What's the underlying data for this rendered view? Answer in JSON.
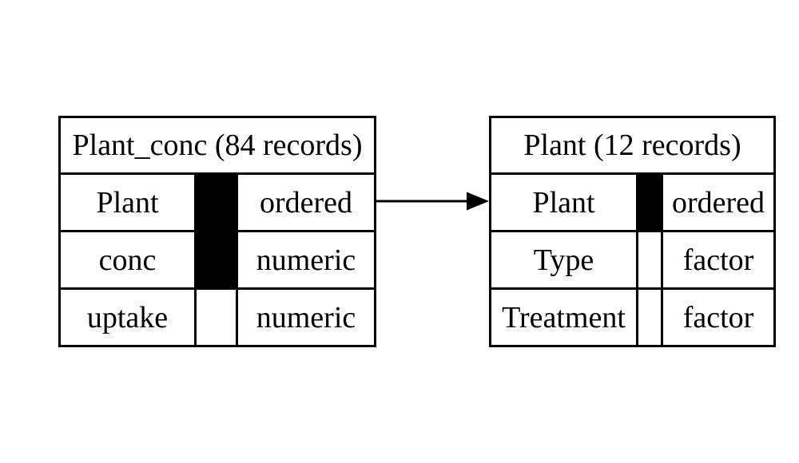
{
  "diagram": {
    "background_color": "#ffffff",
    "line_color": "#000000",
    "key_fill_color": "#000000",
    "tables": [
      {
        "title": "Plant_conc (84 records)",
        "rows": [
          {
            "name": "Plant",
            "type": "ordered",
            "key": true
          },
          {
            "name": "conc",
            "type": "numeric",
            "key": true
          },
          {
            "name": "uptake",
            "type": "numeric",
            "key": false
          }
        ]
      },
      {
        "title": "Plant (12 records)",
        "rows": [
          {
            "name": "Plant",
            "type": "ordered",
            "key": true
          },
          {
            "name": "Type",
            "type": "factor",
            "key": false
          },
          {
            "name": "Treatment",
            "type": "factor",
            "key": false
          }
        ]
      }
    ],
    "relation": {
      "from_table": "Plant_conc",
      "from_field": "Plant",
      "to_table": "Plant",
      "to_field": "Plant"
    }
  }
}
